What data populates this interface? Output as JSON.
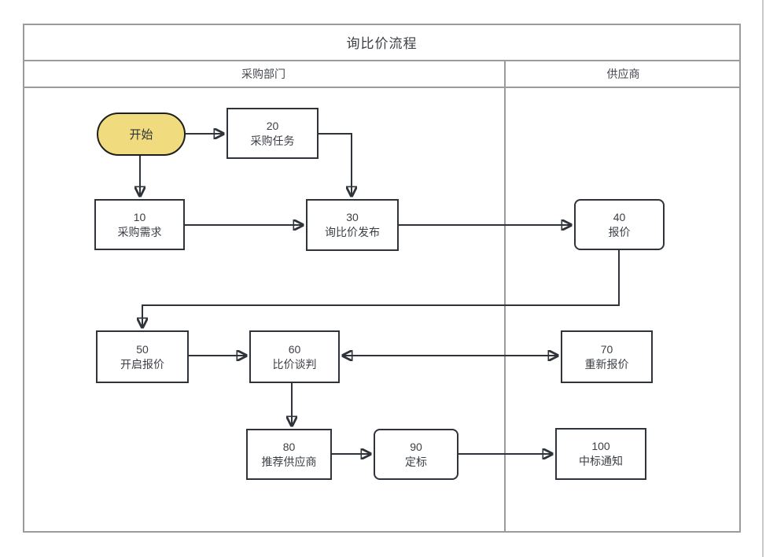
{
  "diagram": {
    "title": "询比价流程",
    "lanes": [
      {
        "label": "采购部门"
      },
      {
        "label": "供应商"
      }
    ],
    "nodes": {
      "start": {
        "label": "开始",
        "shape": "stadium"
      },
      "n10": {
        "num": "10",
        "label": "采购需求",
        "shape": "rect"
      },
      "n20": {
        "num": "20",
        "label": "采购任务",
        "shape": "rect"
      },
      "n30": {
        "num": "30",
        "label": "询比价发布",
        "shape": "rect"
      },
      "n40": {
        "num": "40",
        "label": "报价",
        "shape": "rounded-rect"
      },
      "n50": {
        "num": "50",
        "label": "开启报价",
        "shape": "rect"
      },
      "n60": {
        "num": "60",
        "label": "比价谈判",
        "shape": "rect"
      },
      "n70": {
        "num": "70",
        "label": "重新报价",
        "shape": "rect"
      },
      "n80": {
        "num": "80",
        "label": "推荐供应商",
        "shape": "rect"
      },
      "n90": {
        "num": "90",
        "label": "定标",
        "shape": "rounded-rect"
      },
      "n100": {
        "num": "100",
        "label": "中标通知",
        "shape": "rect"
      }
    },
    "edges": [
      {
        "from": "start",
        "to": "n20"
      },
      {
        "from": "start",
        "to": "n10"
      },
      {
        "from": "n20",
        "to": "n30"
      },
      {
        "from": "n10",
        "to": "n30"
      },
      {
        "from": "n30",
        "to": "n40"
      },
      {
        "from": "n40",
        "to": "n50"
      },
      {
        "from": "n50",
        "to": "n60"
      },
      {
        "from": "n60",
        "to": "n70",
        "bidirectional": true
      },
      {
        "from": "n60",
        "to": "n80"
      },
      {
        "from": "n80",
        "to": "n90"
      },
      {
        "from": "n90",
        "to": "n100"
      }
    ],
    "colors": {
      "start_fill": "#F0DC7E",
      "start_border": "#1e1e1e",
      "node_border": "#2f333a",
      "connector": "#2f333a",
      "frame_line": "#9b9b9b",
      "text": "#3b3f45"
    }
  }
}
